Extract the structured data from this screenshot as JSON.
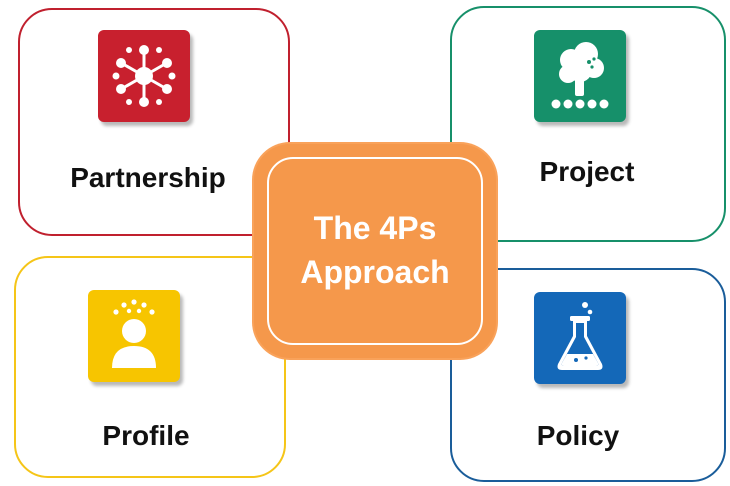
{
  "center": {
    "title_line1": "The 4Ps",
    "title_line2": "Approach",
    "color": "#f5984b"
  },
  "quadrants": [
    {
      "id": "partnership",
      "label": "Partnership",
      "icon": "network-hub-icon",
      "color": "#c8202e"
    },
    {
      "id": "project",
      "label": "Project",
      "icon": "tree-icon",
      "color": "#16906a"
    },
    {
      "id": "profile",
      "label": "Profile",
      "icon": "person-sparkle-icon",
      "color": "#f7c500"
    },
    {
      "id": "policy",
      "label": "Policy",
      "icon": "lab-flask-icon",
      "color": "#1468b8"
    }
  ]
}
